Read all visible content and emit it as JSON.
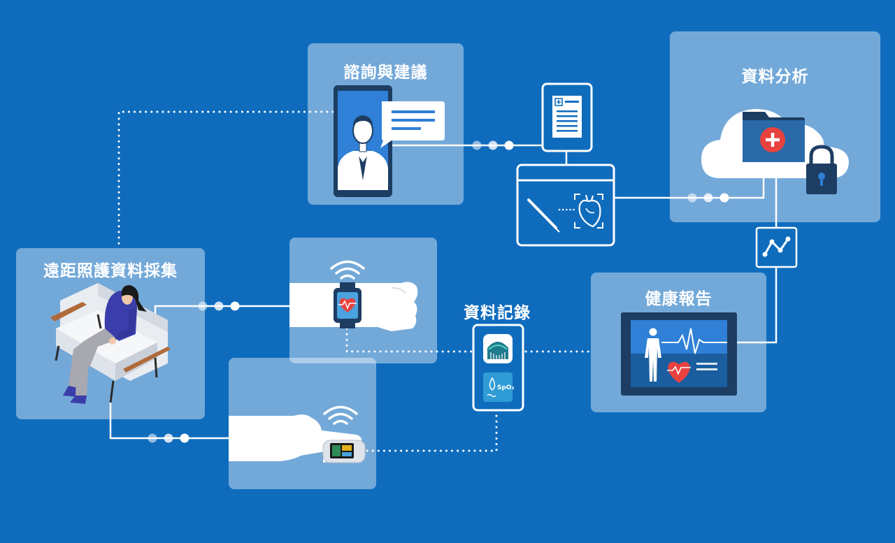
{
  "sections": {
    "consultation": {
      "title": "諮詢與建議"
    },
    "analysis": {
      "title": "資料分析"
    },
    "remote_collection": {
      "title": "遠距照護資料採集"
    },
    "data_record": {
      "title": "資料記錄"
    },
    "health_report": {
      "title": "健康報告"
    }
  },
  "app_icons": {
    "spo2_label": "SpO₂"
  },
  "icons": [
    "doctor-video-call-icon",
    "chat-bubble-icon",
    "medical-record-tablet-icon",
    "heart-scan-icon",
    "cloud-medical-folder-icon",
    "padlock-icon",
    "trend-chart-icon",
    "person-on-sofa-icon",
    "smartwatch-heart-icon",
    "pulse-oximeter-icon",
    "wifi-signal-icon",
    "phone-apps-icon",
    "health-monitor-screen-icon"
  ],
  "colors": {
    "background": "#0f6cbd",
    "panel": "rgba(255,255,255,0.42)",
    "accent_red": "#e8423f",
    "dark_navy": "#1d3d63",
    "line": "#ffffff"
  }
}
